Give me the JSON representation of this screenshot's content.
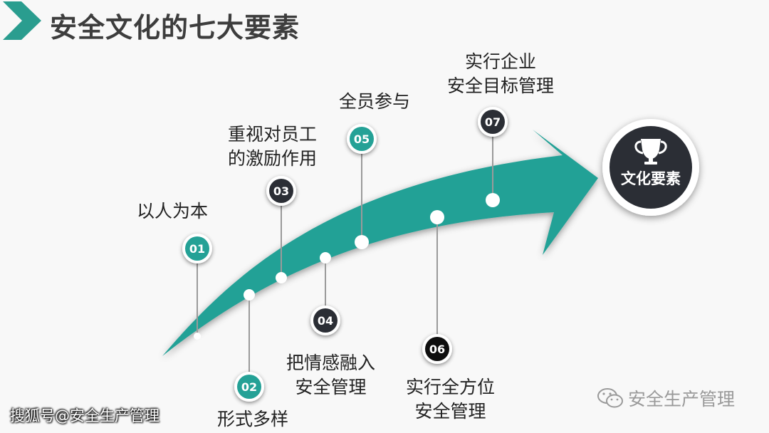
{
  "title": "安全文化的七大要素",
  "center_label": "文化要素",
  "center_icon": "trophy-icon",
  "colors": {
    "accent": "#24a196",
    "dark": "#2b2e35",
    "black": "#0e0e0e",
    "title_chevron": "#2a9d8f"
  },
  "elements": [
    {
      "num": "01",
      "lines": [
        "以人为本"
      ],
      "style": "teal"
    },
    {
      "num": "02",
      "lines": [
        "形式多样"
      ],
      "style": "teal"
    },
    {
      "num": "03",
      "lines": [
        "重视对员工",
        "的激励作用"
      ],
      "style": "dark"
    },
    {
      "num": "04",
      "lines": [
        "把情感融入",
        "安全管理"
      ],
      "style": "dark"
    },
    {
      "num": "05",
      "lines": [
        "全员参与"
      ],
      "style": "teal"
    },
    {
      "num": "06",
      "lines": [
        "实行全方位",
        "安全管理"
      ],
      "style": "black"
    },
    {
      "num": "07",
      "lines": [
        "实行企业",
        "安全目标管理"
      ],
      "style": "dark"
    }
  ],
  "footer": {
    "left": "搜狐号@安全生产管理",
    "right": "安全生产管理",
    "right_icon": "wechat-icon"
  }
}
